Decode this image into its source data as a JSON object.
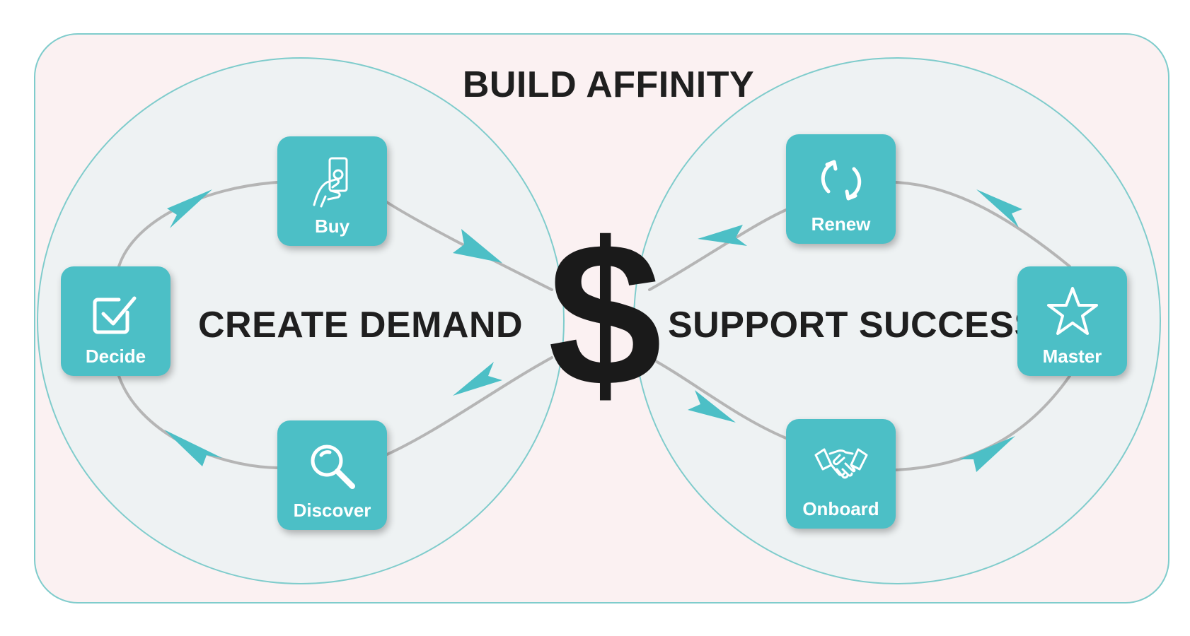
{
  "title": "BUILD AFFINITY",
  "left_section": {
    "label": "CREATE DEMAND",
    "steps": [
      {
        "label": "Buy",
        "icon": "hand-holding-cash-icon"
      },
      {
        "label": "Decide",
        "icon": "checkbox-checked-icon"
      },
      {
        "label": "Discover",
        "icon": "magnifier-icon"
      }
    ]
  },
  "right_section": {
    "label": "SUPPORT SUCCESS",
    "steps": [
      {
        "label": "Renew",
        "icon": "refresh-cycle-icon"
      },
      {
        "label": "Master",
        "icon": "star-outline-icon"
      },
      {
        "label": "Onboard",
        "icon": "handshake-icon"
      }
    ]
  },
  "center_symbol": "$",
  "colors": {
    "tile": "#4cbfc6",
    "circle_stroke": "#7fcccc",
    "circle_fill": "#eef2f3",
    "frame_fill": "#fbf1f2",
    "loop_line": "#b8b8b8",
    "arrow": "#4cbfc6",
    "text": "#1f1f1f"
  }
}
